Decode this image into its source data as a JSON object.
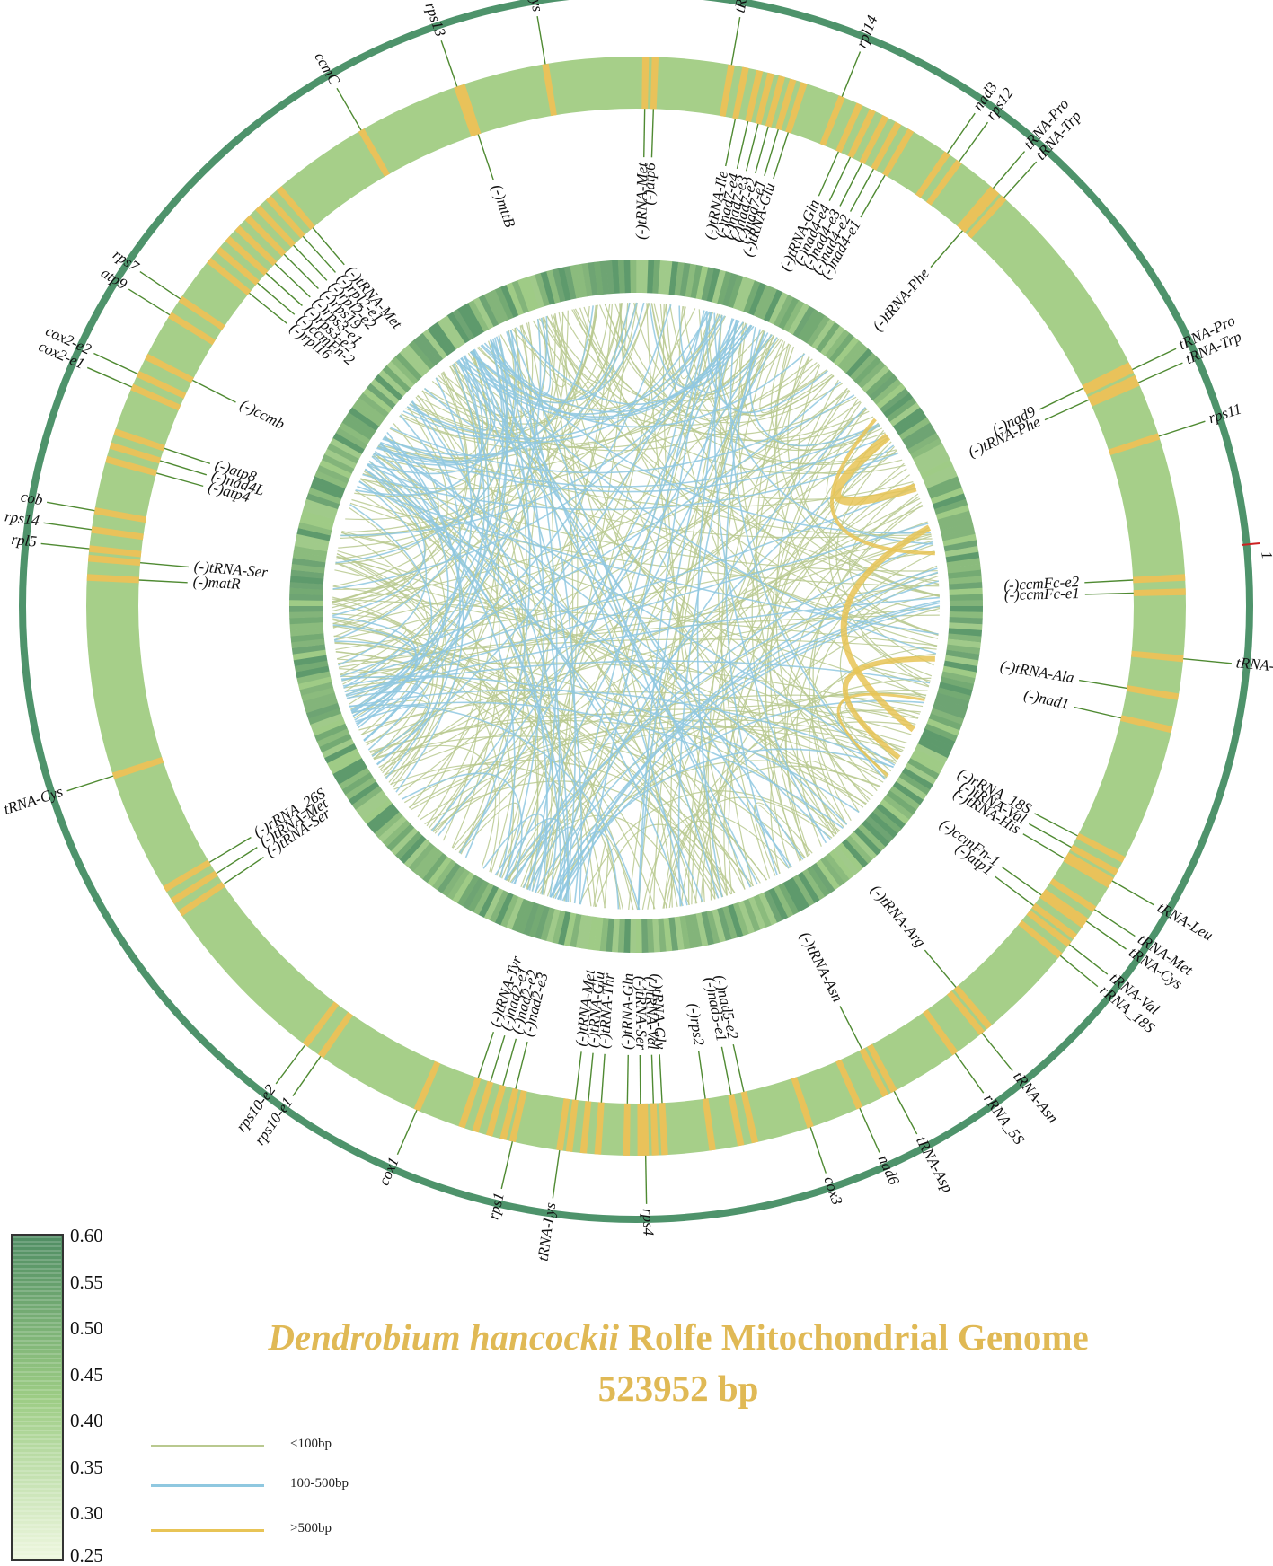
{
  "title": {
    "species": "Dendrobium hancockii",
    "rest": " Rolfe Mitochondrial Genome",
    "size": "523952 bp"
  },
  "origin_label": "1",
  "colors": {
    "outer_ring": "#4e936b",
    "gene_track": "#a6cf89",
    "gene_mark": "#e9c25a",
    "label_line": "#4f8a32",
    "repeat_short": "#b9c98f",
    "repeat_mid": "#8fc8e0",
    "repeat_long": "#e8c456",
    "gc_high": "#4f8d63",
    "gc_low": "#eef7df",
    "title": "#e0b955",
    "origin_tick": "#cc2222"
  },
  "gc_scale": {
    "labels": [
      "0.60",
      "0.55",
      "0.50",
      "0.45",
      "0.40",
      "0.35",
      "0.30",
      "0.25"
    ],
    "values": [
      0.6,
      0.55,
      0.5,
      0.45,
      0.4,
      0.35,
      0.3,
      0.25
    ]
  },
  "legend": [
    {
      "label": "<100bp",
      "color": "#b9c98f"
    },
    {
      "label": "100-500bp",
      "color": "#8fc8e0"
    },
    {
      "label": ">500bp",
      "color": "#e8c456"
    }
  ],
  "genes": [
    {
      "name": "tRNA-Arg",
      "angle": 10.0
    },
    {
      "name": "rpl14",
      "angle": 22.0
    },
    {
      "name": "nad3",
      "angle": 34.5
    },
    {
      "name": "rps12",
      "angle": 36.0
    },
    {
      "name": "tRNA-Pro",
      "angle": 40.5
    },
    {
      "name": "tRNA-Trp",
      "angle": 42.0
    },
    {
      "name": "tRNA-Pro",
      "angle": 64.5
    },
    {
      "name": "tRNA-Trp",
      "angle": 66.0
    },
    {
      "name": "rps11",
      "angle": 72.0
    },
    {
      "name": "tRNA-Gln",
      "angle": 95.5
    },
    {
      "name": "tRNA-Leu",
      "angle": 120.0
    },
    {
      "name": "tRNA-Met",
      "angle": 123.5
    },
    {
      "name": "tRNA-Cys",
      "angle": 125.0
    },
    {
      "name": "tRNA-Val",
      "angle": 128.0
    },
    {
      "name": "rRNA_18S",
      "angle": 129.5
    },
    {
      "name": "tRNA-Asn",
      "angle": 141.0
    },
    {
      "name": "rRNA_5S",
      "angle": 144.5
    },
    {
      "name": "tRNA-Asp",
      "angle": 152.0
    },
    {
      "name": "nad6",
      "angle": 156.0
    },
    {
      "name": "cox3",
      "angle": 161.5
    },
    {
      "name": "rps4",
      "angle": 179.0
    },
    {
      "name": "tRNA-Lys",
      "angle": 188.0
    },
    {
      "name": "rps1",
      "angle": 193.0
    },
    {
      "name": "cox1",
      "angle": 203.5
    },
    {
      "name": "rps10-e1",
      "angle": 215.0
    },
    {
      "name": "rps10-e2",
      "angle": 217.0
    },
    {
      "name": "tRNA-Cys",
      "angle": 252.0
    },
    {
      "name": "rpl5",
      "angle": 276.0
    },
    {
      "name": "rps14",
      "angle": 278.0
    },
    {
      "name": "cob",
      "angle": 280.0
    },
    {
      "name": "cox2-e1",
      "angle": 293.5
    },
    {
      "name": "cox2-e2",
      "angle": 295.0
    },
    {
      "name": "atp9",
      "angle": 302.0
    },
    {
      "name": "rps7",
      "angle": 304.0
    },
    {
      "name": "ccmC",
      "angle": 330.0
    },
    {
      "name": "rps13",
      "angle": 341.0
    },
    {
      "name": "tRNA-Cys",
      "angle": 350.5
    },
    {
      "name": "(-)tRNA-Met",
      "angle": 1.0
    },
    {
      "name": "(-)atp6",
      "angle": 2.0
    },
    {
      "name": "(-)tRNA-Ile",
      "angle": 11.5
    },
    {
      "name": "(-)nad7-e4",
      "angle": 13.0
    },
    {
      "name": "(-)nad7-e3",
      "angle": 14.2
    },
    {
      "name": "(-)nad7-e2",
      "angle": 15.4
    },
    {
      "name": "(-)nad7-e1",
      "angle": 16.6
    },
    {
      "name": "(-)tRNA-Glu",
      "angle": 17.8
    },
    {
      "name": "(-)tRNA-Gln",
      "angle": 24.0
    },
    {
      "name": "(-)nad4-e4",
      "angle": 25.5
    },
    {
      "name": "(-)nad4-e3",
      "angle": 27.0
    },
    {
      "name": "(-)nad4-e2",
      "angle": 28.5
    },
    {
      "name": "(-)nad4-e1",
      "angle": 30.0
    },
    {
      "name": "(-)tRNA-Phe",
      "angle": 41.0
    },
    {
      "name": "(-)nad9",
      "angle": 64.0
    },
    {
      "name": "(-)tRNA-Phe",
      "angle": 65.5
    },
    {
      "name": "(-)ccmFc-e2",
      "angle": 87.0
    },
    {
      "name": "(-)ccmFc-e1",
      "angle": 88.5
    },
    {
      "name": "(-)tRNA-Ala",
      "angle": 99.5
    },
    {
      "name": "(-)nad1",
      "angle": 103.0
    },
    {
      "name": "(-)rRNA_18S",
      "angle": 117.5
    },
    {
      "name": "(-)tRNA-Val",
      "angle": 119.0
    },
    {
      "name": "(-)tRNA-His",
      "angle": 120.5
    },
    {
      "name": "(-)ccmFn-1",
      "angle": 125.5
    },
    {
      "name": "(-)atp1",
      "angle": 127.0
    },
    {
      "name": "(-)tRNA-Arg",
      "angle": 140.0
    },
    {
      "name": "(-)tRNA-Asn",
      "angle": 153.0
    },
    {
      "name": "(-)nad5-e2",
      "angle": 167.5
    },
    {
      "name": "(-)nad5-e1",
      "angle": 169.0
    },
    {
      "name": "(-)rps2",
      "angle": 172.0
    },
    {
      "name": "(-)tRNA-Gly",
      "angle": 177.0
    },
    {
      "name": "(-)tRNA-Val",
      "angle": 178.0
    },
    {
      "name": "(-)tRNA-Ser",
      "angle": 179.5
    },
    {
      "name": "(-)tRNA-Gln",
      "angle": 181.0
    },
    {
      "name": "(-)tRNA-Thr",
      "angle": 184.0
    },
    {
      "name": "(-)tRNA-Glu",
      "angle": 185.5
    },
    {
      "name": "(-)tRNA-Met",
      "angle": 187.0
    },
    {
      "name": "(-)nad2-e3",
      "angle": 194.0
    },
    {
      "name": "(-)nad2-e2",
      "angle": 195.5
    },
    {
      "name": "(-)nad2-e1",
      "angle": 197.0
    },
    {
      "name": "(-)tRNA-Tyr",
      "angle": 198.5
    },
    {
      "name": "(-)tRNA-Ser",
      "angle": 236.0
    },
    {
      "name": "(-)tRNA-Met",
      "angle": 237.5
    },
    {
      "name": "(-)rRNA_26S",
      "angle": 239.0
    },
    {
      "name": "(-)matR",
      "angle": 273.0
    },
    {
      "name": "(-)tRNA-Ser",
      "angle": 275.0
    },
    {
      "name": "(-)atp4",
      "angle": 285.5
    },
    {
      "name": "(-)nad4L",
      "angle": 287.0
    },
    {
      "name": "(-)atp8",
      "angle": 288.5
    },
    {
      "name": "(-)ccmb",
      "angle": 297.0
    },
    {
      "name": "(-)rpl16",
      "angle": 309.0
    },
    {
      "name": "(-)ccmFn-2",
      "angle": 310.5
    },
    {
      "name": "(-)rps3-e2",
      "angle": 312.0
    },
    {
      "name": "(-)rps3-e1",
      "angle": 313.5
    },
    {
      "name": "(-)rps19",
      "angle": 315.0
    },
    {
      "name": "(-)rpl2-e2",
      "angle": 316.5
    },
    {
      "name": "(-)rpl2-e1",
      "angle": 318.0
    },
    {
      "name": "(-)tRNA-Met",
      "angle": 319.5
    },
    {
      "name": "(-)mttB",
      "angle": 341.5
    }
  ],
  "long_repeats": [
    {
      "start": 56,
      "end": 67,
      "width": 9
    },
    {
      "start": 75,
      "end": 114,
      "width": 7
    },
    {
      "start": 100,
      "end": 120,
      "width": 6
    },
    {
      "start": 52,
      "end": 80,
      "width": 4
    },
    {
      "start": 108,
      "end": 124,
      "width": 3
    }
  ]
}
